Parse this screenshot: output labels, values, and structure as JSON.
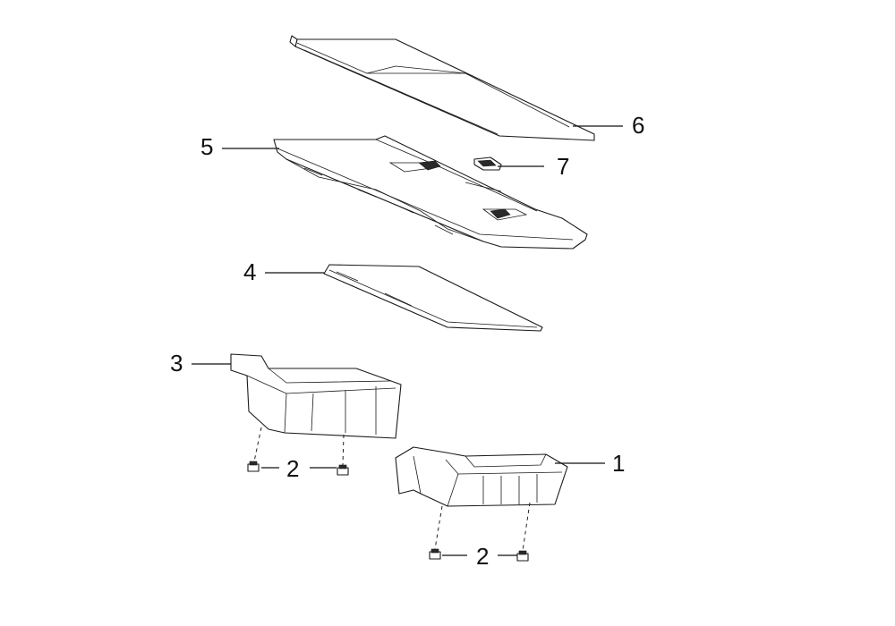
{
  "callouts": {
    "part1": "1",
    "part2a": "2",
    "part2b": "2",
    "part3": "3",
    "part4": "4",
    "part5": "5",
    "part6": "6",
    "part7": "7"
  }
}
